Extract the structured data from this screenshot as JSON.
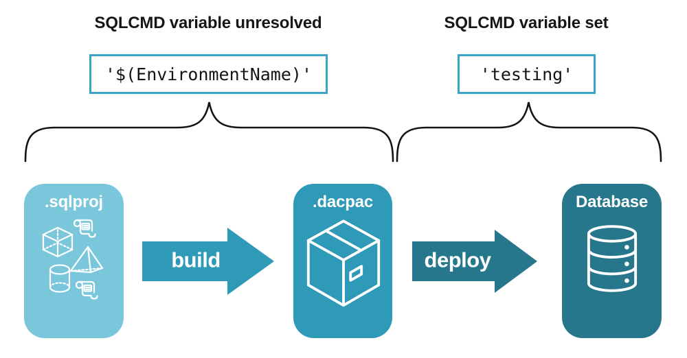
{
  "diagram": {
    "annotations": {
      "left": {
        "heading": "SQLCMD variable unresolved",
        "code": "'$(EnvironmentName)'"
      },
      "right": {
        "heading": "SQLCMD variable set",
        "code": "'testing'"
      }
    },
    "stages": [
      {
        "id": "sqlproj",
        "label": ".sqlproj",
        "color": "#7ac7db",
        "icon": "sql-objects-icons"
      },
      {
        "id": "dacpac",
        "label": ".dacpac",
        "color": "#2e9ab8",
        "icon": "package-box-icon"
      },
      {
        "id": "database",
        "label": "Database",
        "color": "#26768c",
        "icon": "database-cylinder-icon"
      }
    ],
    "arrows": [
      {
        "label": "build",
        "color": "#2e9ab8"
      },
      {
        "label": "deploy",
        "color": "#26768c"
      }
    ],
    "colors": {
      "background": "#ffffff",
      "text": "#161616",
      "code_box_border": "#3aa4c6",
      "brace": "#141414",
      "icon_stroke": "#ffffff"
    }
  }
}
